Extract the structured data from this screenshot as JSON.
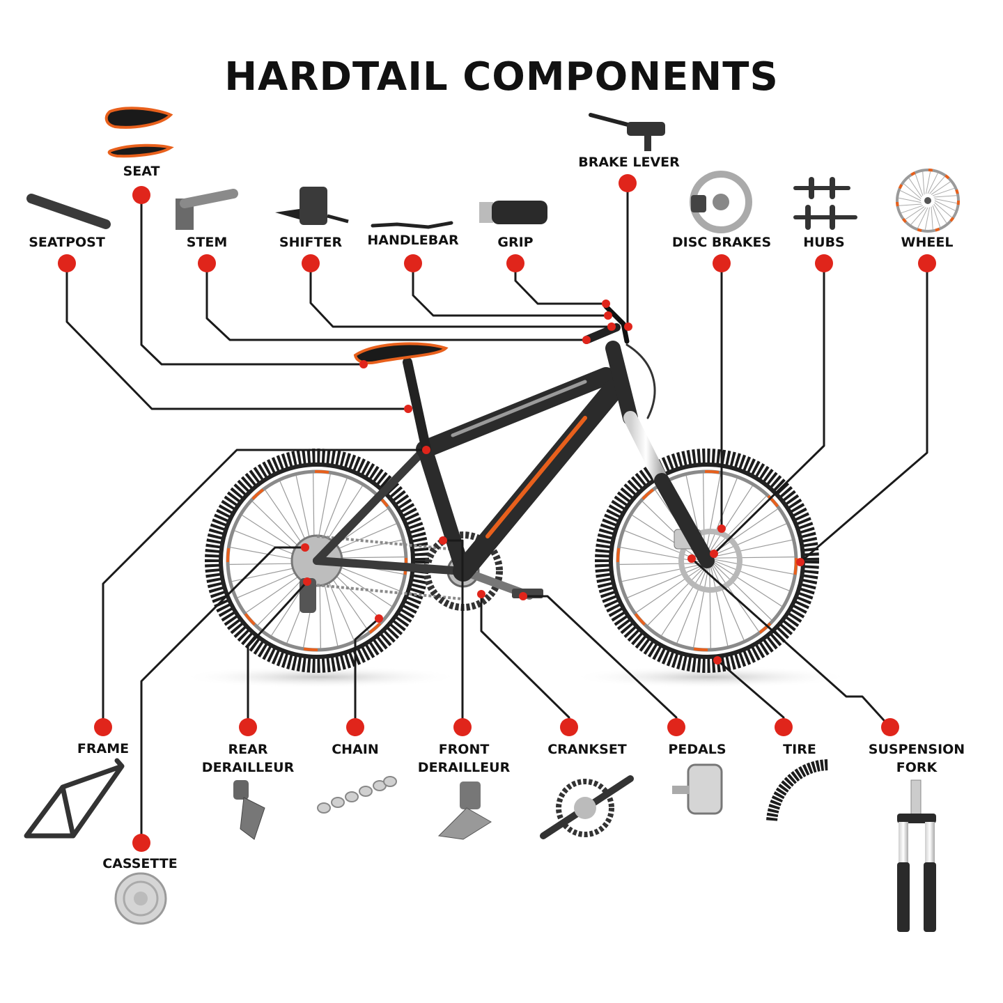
{
  "title": "HARDTAIL COMPONENTS",
  "colors": {
    "marker": "#e0251b",
    "leader": "#1a1a1a",
    "accent": "#e8601c",
    "frame": "#2b2b2b"
  },
  "labels": {
    "seat": "SEAT",
    "seatpost": "SEATPOST",
    "stem": "STEM",
    "shifter": "SHIFTER",
    "handlebar": "HANDLEBAR",
    "grip": "GRIP",
    "brake_lever": "BRAKE LEVER",
    "disc_brakes": "DISC BRAKES",
    "hubs": "HUBS",
    "wheel": "WHEEL",
    "frame": "FRAME",
    "cassette": "CASSETTE",
    "rear_derailleur": [
      "REAR",
      "DERAILLEUR"
    ],
    "chain": "CHAIN",
    "front_derailleur": [
      "FRONT",
      "DERAILLEUR"
    ],
    "crankset": "CRANKSET",
    "pedals": "PEDALS",
    "tire": "TIRE",
    "suspension_fork": [
      "SUSPENSION",
      "FORK"
    ]
  }
}
